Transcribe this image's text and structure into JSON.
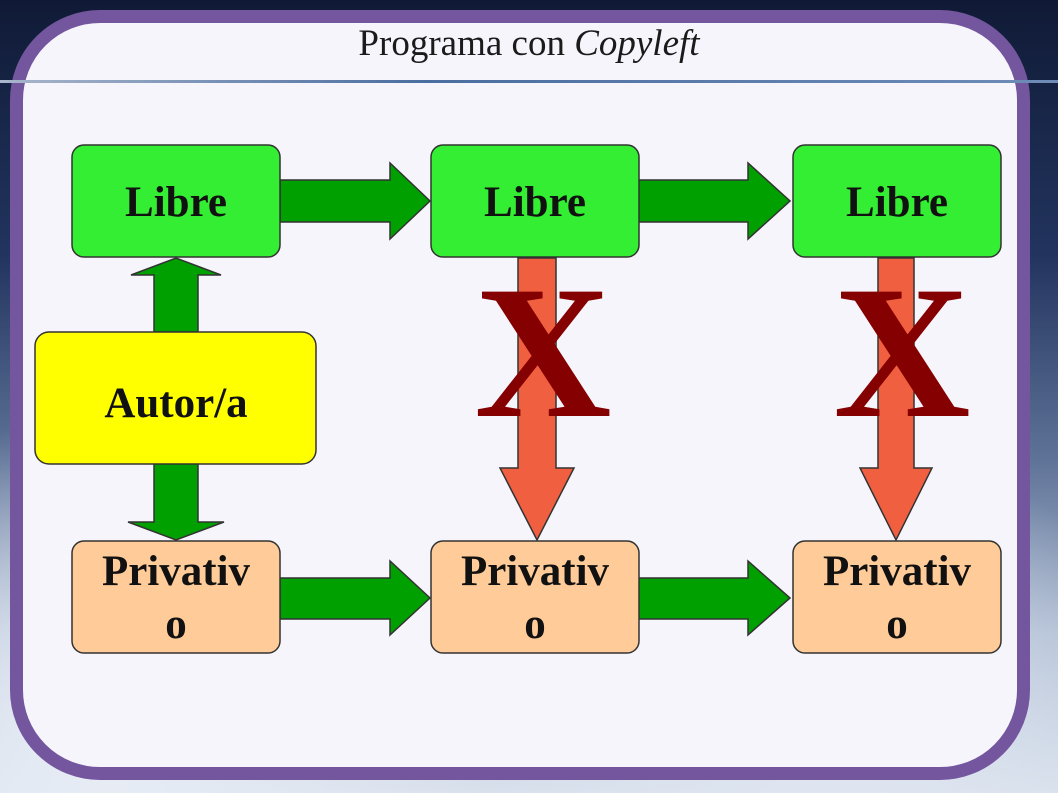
{
  "title": {
    "prefix": "Programa con ",
    "emphasis": "Copyleft"
  },
  "nodes": {
    "libre_1": "Libre",
    "libre_2": "Libre",
    "libre_3": "Libre",
    "autor": "Autor/a",
    "privativo_1": {
      "line1": "Privativ",
      "line2": "o"
    },
    "privativo_2": {
      "line1": "Privativ",
      "line2": "o"
    },
    "privativo_3": {
      "line1": "Privativ",
      "line2": "o"
    }
  },
  "crosses": [
    "X",
    "X"
  ],
  "colors": {
    "libre": "#33ee33",
    "autor": "#ffff00",
    "privativo": "#ffcc99",
    "arrow_green": "#00a000",
    "arrow_red": "#f06040",
    "cross": "#850000",
    "frame": "#73569e"
  }
}
